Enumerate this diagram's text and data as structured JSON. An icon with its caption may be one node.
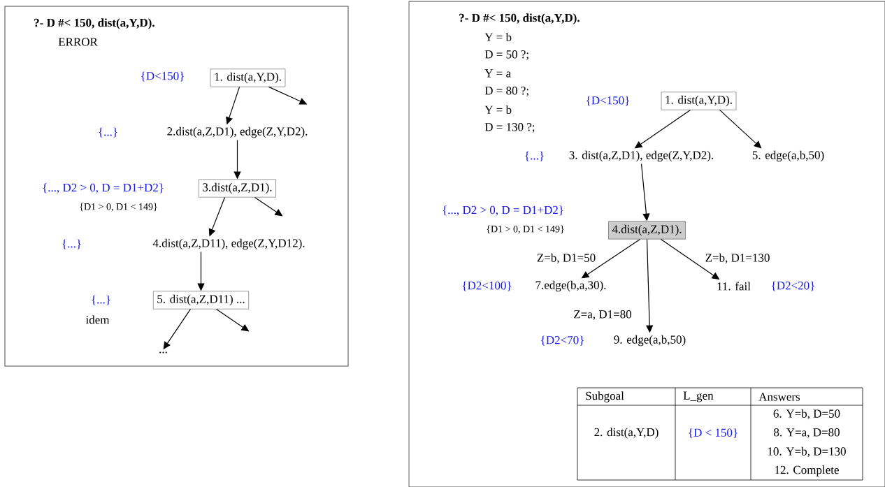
{
  "diagram": {
    "nodes": [
      {
        "text": [
          "?- D #< 150, dist(a,Y,D).",
          "ERROR"
        ]
      },
      {
        "text": [
          "1. dist(a,Y,D)."
        ],
        "in": 0,
        "beside": [
          "{D<150}"
        ]
      },
      {
        "text": [
          "2.dist(a,Z,D1), edge(Z,Y,D2)."
        ],
        "in": 0,
        "beside": [
          "{...}"
        ]
      },
      {
        "text": [
          "3.dist(a,Z,D1)."
        ],
        "in": 0,
        "beside": [
          "{..., D2 > 0, D = D1+D2}",
          "{D1 > 0, D1 < 149}"
        ]
      },
      {
        "text": [
          "4.dist(a,Z,D11), edge(Z,Y,D12)."
        ],
        "in": 0,
        "beside": [
          "{...}"
        ]
      },
      {
        "text": [
          "5. dist(a,Z,D11) ..."
        ],
        "in": 0,
        "beside": [
          "{...}",
          "idem"
        ]
      },
      {
        "text": [
          "..."
        ],
        "in": 0
      },
      {
        "text": [
          "?- D #< 150, dist(a,Y,D).",
          "Y = b",
          "D = 50 ?;",
          "Y = a",
          "D = 80 ?;",
          "Y = b",
          "D = 130 ?;"
        ]
      },
      {
        "text": [
          "1. dist(a,Y,D)."
        ],
        "in": 7,
        "beside": [
          "{D<150}"
        ]
      },
      {
        "text": [
          "3. dist(a,Z,D1), edge(Z,Y,D2)."
        ],
        "in": 7,
        "beside": [
          "{...}"
        ]
      },
      {
        "text": [
          "5. edge(a,b,50)"
        ],
        "in": 7
      },
      {
        "text": [
          "4.dist(a,Z,D1)."
        ],
        "in": 7,
        "beside": [
          "{..., D2 > 0, D = D1+D2}",
          "{D1 > 0, D1 < 149}"
        ]
      },
      {
        "text": [
          "7.edge(b,a,30)."
        ],
        "in": 7,
        "beside": [
          "{D2<100}"
        ]
      },
      {
        "text": [
          "11. fail"
        ],
        "in": 7,
        "beside": [
          "{D2<20}"
        ]
      },
      {
        "text": [
          "9. edge(a,b,50)"
        ],
        "in": 7,
        "beside": [
          "{D2<70}"
        ]
      }
    ],
    "edges": [
      {
        "from": 1,
        "to": 2,
        "arrow": "to"
      },
      {
        "from": 1,
        "to": null,
        "arrow": "to"
      },
      {
        "from": 2,
        "to": 3,
        "arrow": "to"
      },
      {
        "from": 3,
        "to": 4,
        "arrow": "to"
      },
      {
        "from": 3,
        "to": null,
        "arrow": "to"
      },
      {
        "from": 4,
        "to": 5,
        "arrow": "to"
      },
      {
        "from": 5,
        "to": 6,
        "arrow": "to"
      },
      {
        "from": 5,
        "to": null,
        "arrow": "to"
      },
      {
        "from": 8,
        "to": 9,
        "arrow": "to"
      },
      {
        "from": 8,
        "to": 10,
        "arrow": "to"
      },
      {
        "from": 9,
        "to": 11,
        "arrow": "to"
      },
      {
        "from": 11,
        "to": 12,
        "arrow": "to",
        "label": "Z=b, D1=50"
      },
      {
        "from": 11,
        "to": 14,
        "arrow": "to",
        "label": "Z=a, D1=80"
      },
      {
        "from": 11,
        "to": 13,
        "arrow": "to",
        "label": "Z=b, D1=130"
      }
    ],
    "labels": [
      "Subgoal",
      "L_gen",
      "Answers",
      "2. dist(a,Y,D)",
      "{D < 150}",
      "6. Y=b, D=50",
      "8. Y=a, D=80",
      "10. Y=b, D=130",
      "12. Complete"
    ]
  }
}
